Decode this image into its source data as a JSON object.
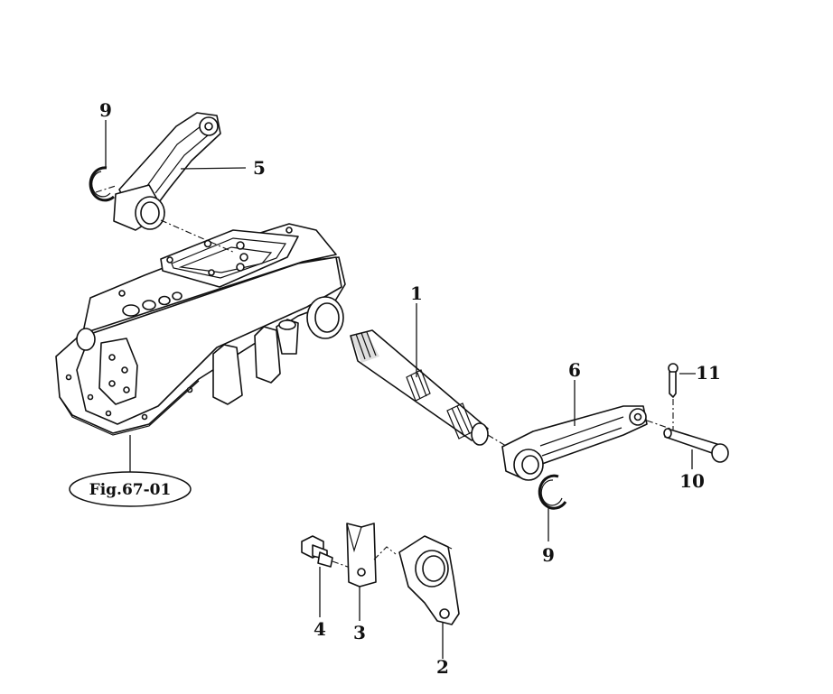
{
  "figure_ref": "Fig.67-01",
  "callouts": [
    {
      "id": "1",
      "text": "1"
    },
    {
      "id": "2",
      "text": "2"
    },
    {
      "id": "3",
      "text": "3"
    },
    {
      "id": "4",
      "text": "4"
    },
    {
      "id": "5",
      "text": "5"
    },
    {
      "id": "6",
      "text": "6"
    },
    {
      "id": "9a",
      "text": "9"
    },
    {
      "id": "9b",
      "text": "9"
    },
    {
      "id": "10",
      "text": "10"
    },
    {
      "id": "11",
      "text": "11"
    }
  ]
}
